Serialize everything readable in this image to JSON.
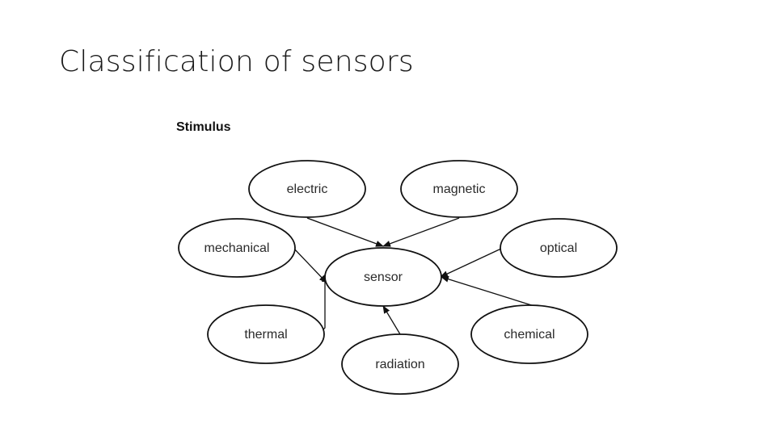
{
  "slide": {
    "title": "Classification of sensors"
  },
  "diagram": {
    "heading": "Stimulus",
    "center": {
      "id": "sensor",
      "label": "sensor"
    },
    "stimuli": [
      {
        "id": "electric",
        "label": "electric"
      },
      {
        "id": "magnetic",
        "label": "magnetic"
      },
      {
        "id": "mechanical",
        "label": "mechanical"
      },
      {
        "id": "optical",
        "label": "optical"
      },
      {
        "id": "thermal",
        "label": "thermal"
      },
      {
        "id": "chemical",
        "label": "chemical"
      },
      {
        "id": "radiation",
        "label": "radiation"
      }
    ],
    "edges": [
      {
        "from": "electric",
        "to": "sensor"
      },
      {
        "from": "magnetic",
        "to": "sensor"
      },
      {
        "from": "mechanical",
        "to": "sensor"
      },
      {
        "from": "optical",
        "to": "sensor"
      },
      {
        "from": "thermal",
        "to": "sensor"
      },
      {
        "from": "chemical",
        "to": "sensor"
      },
      {
        "from": "radiation",
        "to": "sensor"
      }
    ]
  }
}
